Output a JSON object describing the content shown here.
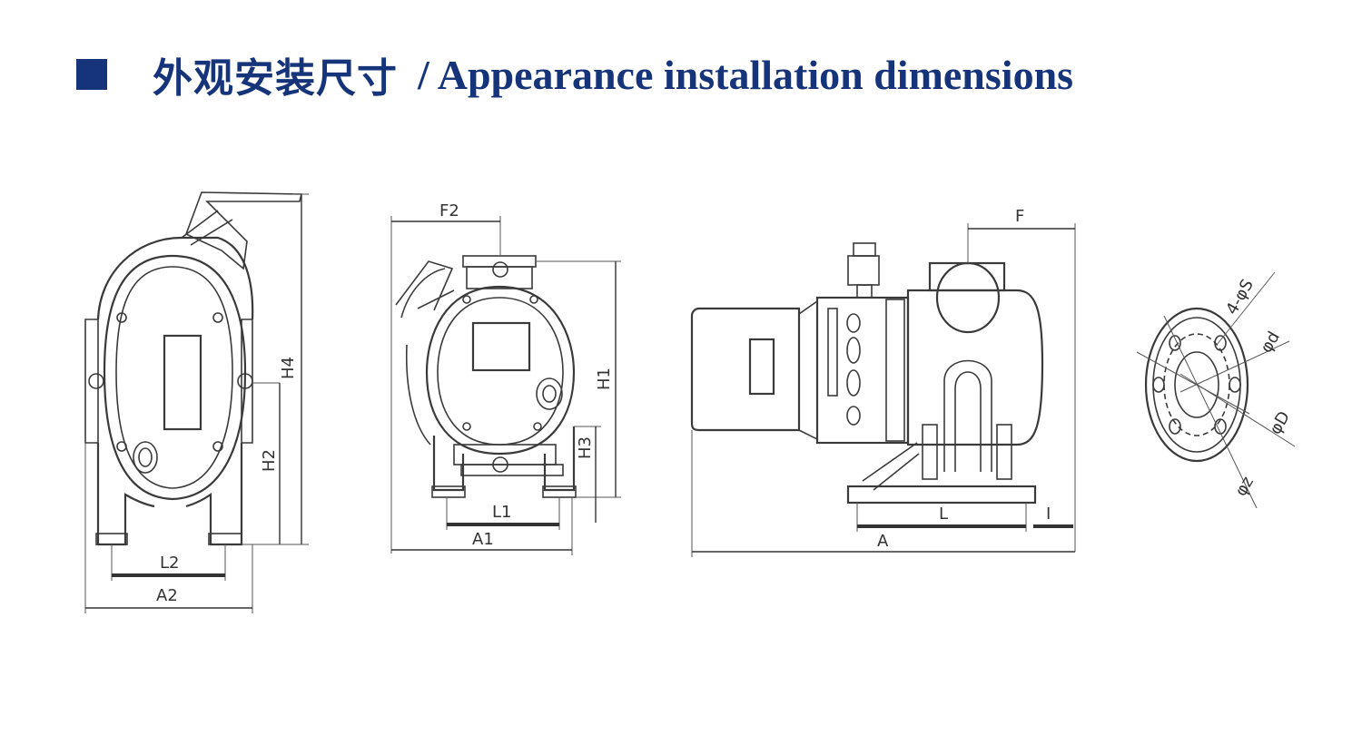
{
  "header": {
    "title_cn": "外观安装尺寸",
    "title_en": "/ Appearance installation dimensions"
  },
  "colors": {
    "title": "#16347a",
    "line": "#3a3a3a"
  },
  "labels": {
    "front": {
      "l2": "L2",
      "a2": "A2",
      "h2": "H2",
      "h4": "H4"
    },
    "side": {
      "f2": "F2",
      "l1": "L1",
      "a1": "A1",
      "h1": "H1",
      "h3": "H3"
    },
    "top": {
      "f": "F",
      "l": "L",
      "i": "I",
      "a": "A"
    },
    "flange": {
      "n_phi_s": "4-φS",
      "phi_d1": "φd",
      "phi_d2": "φD",
      "phi_d3": "φz"
    }
  }
}
